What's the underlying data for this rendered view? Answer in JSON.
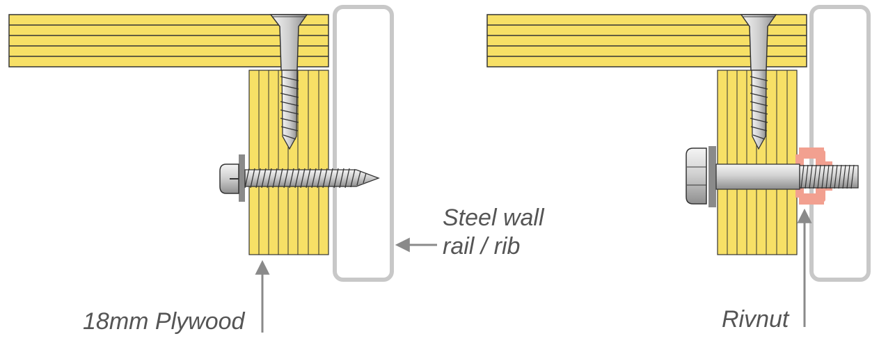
{
  "labels": {
    "plywood": "18mm Plywood",
    "steel_wall_line1": "Steel wall",
    "steel_wall_line2": "rail / rib",
    "rivnut": "Rivnut"
  },
  "colors": {
    "plywood_fill": "#f7e066",
    "plywood_stripe": "#333333",
    "rail_stroke": "#c8c8c8",
    "arrow": "#8a8a8a",
    "label_text": "#555555",
    "rivnut": "#f2a090",
    "steel": "#c9c9c9"
  },
  "icons": {
    "countersunk_screw": "countersunk-wood-screw-icon",
    "pan_head_screw": "pan-head-self-tapping-screw-icon",
    "hex_bolt": "hex-bolt-icon",
    "rivnut": "rivnut-insert-icon"
  }
}
